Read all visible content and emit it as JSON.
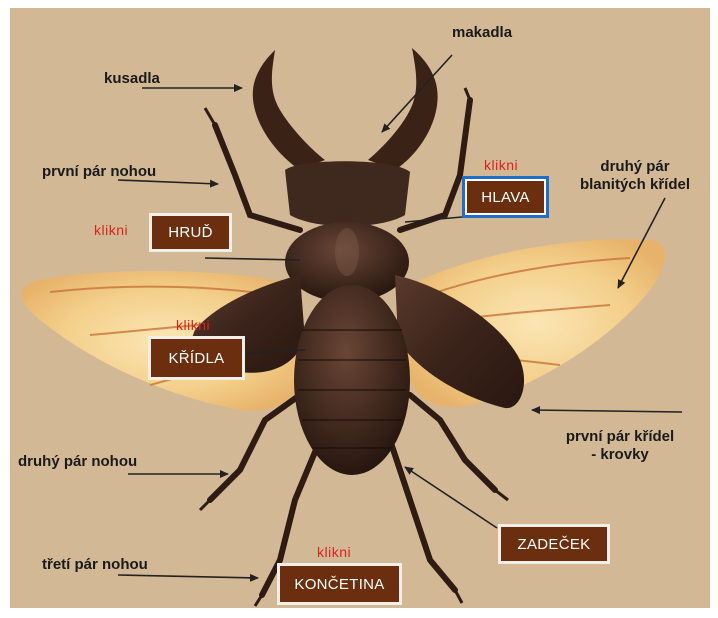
{
  "labels": {
    "kusadla": "kusadla",
    "makadla": "makadla",
    "prvni_par_nohou": "první pár nohou",
    "druhy_par_kridel_1": "druhý pár",
    "druhy_par_kridel_2": "blanitých křídel",
    "druhy_par_nohou": "druhý pár nohou",
    "prvni_par_kridel_1": "první pár křídel",
    "prvni_par_kridel_2": "- krovky",
    "treti_par_nohou": "třetí pár nohou"
  },
  "hint": "klikni",
  "buttons": {
    "hlava": "HLAVA",
    "hrud": "HRUĎ",
    "kridla": "KŘÍDLA",
    "zadecek": "ZADEČEK",
    "koncetina": "KONČETINA"
  },
  "colors": {
    "background": "#d3b896",
    "button_fill": "#6b2e0e",
    "hint_text": "#d9241c",
    "selected_border": "#1f6fc8"
  }
}
